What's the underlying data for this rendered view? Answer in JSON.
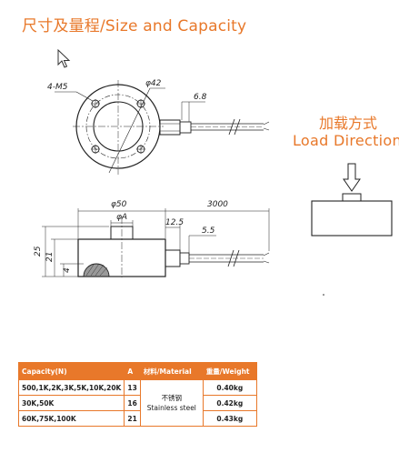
{
  "title": "尺寸及量程/Size and Capacity",
  "load_direction": {
    "label_cn": "加载方式",
    "label_en": "Load Direction"
  },
  "drawing": {
    "top_view": {
      "thread_label": "4-M5",
      "diameter_label": "φ42",
      "cable_width_label": "6.8"
    },
    "side_view": {
      "body_diameter_label": "φ50",
      "button_diameter_label": "φA",
      "cable_length_label": "3000",
      "cable_offset_label": "12.5",
      "cable_dia_label": "5.5",
      "height_total_label": "25",
      "height_body_label": "21",
      "thread_depth_label": "4"
    }
  },
  "table": {
    "headers": [
      "Capacity(N)",
      "A",
      "材料/Material",
      "重量/Weight"
    ],
    "rows": [
      {
        "capacity": "500,1K,2K,3K,5K,10K,20K",
        "a": "13",
        "weight": "0.40kg"
      },
      {
        "capacity": "30K,50K",
        "a": "16",
        "weight": "0.42kg"
      },
      {
        "capacity": "60K,75K,100K",
        "a": "21",
        "weight": "0.43kg"
      }
    ],
    "material_cn": "不锈钢",
    "material_en": "Stainless steel"
  }
}
